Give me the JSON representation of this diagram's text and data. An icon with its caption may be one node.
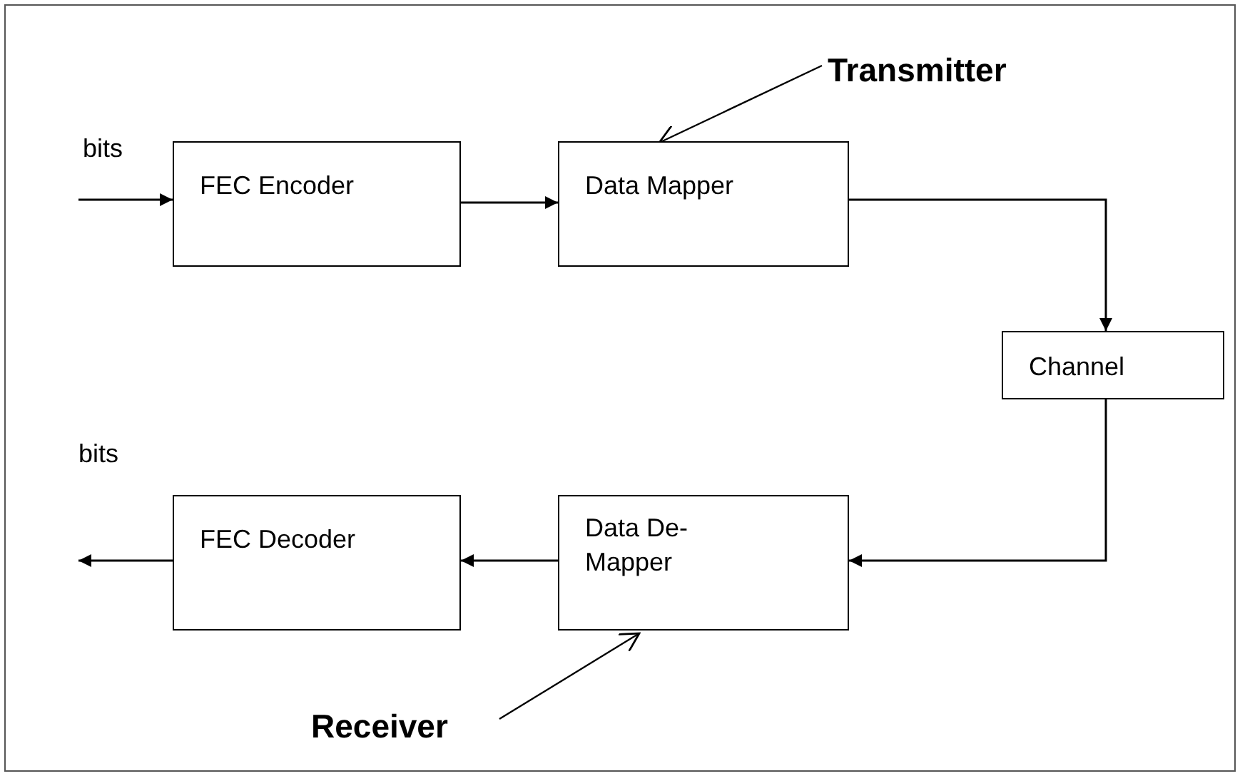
{
  "diagram": {
    "nodes": [
      {
        "text": [
          "FEC Encoder"
        ]
      },
      {
        "text": [
          "Data Mapper"
        ]
      },
      {
        "text": [
          "Channel"
        ]
      },
      {
        "text": [
          "Data De-Mapper"
        ]
      },
      {
        "text": [
          "FEC Decoder"
        ]
      },
      {
        "text": [
          "Transmitter"
        ]
      },
      {
        "text": [
          "Receiver"
        ]
      }
    ],
    "edges": [
      {
        "from": null,
        "to": 0,
        "arrow": "to"
      },
      {
        "from": 0,
        "to": 1,
        "arrow": "to"
      },
      {
        "from": 1,
        "to": 2,
        "arrow": "to"
      },
      {
        "from": 2,
        "to": 3,
        "arrow": "to"
      },
      {
        "from": 3,
        "to": 4,
        "arrow": "to"
      },
      {
        "from": 4,
        "to": null,
        "arrow": "to"
      },
      {
        "from": 5,
        "to": 1,
        "arrow": "to"
      },
      {
        "from": 6,
        "to": 3,
        "arrow": "to"
      }
    ],
    "labels": [
      "bits",
      "bits"
    ]
  }
}
